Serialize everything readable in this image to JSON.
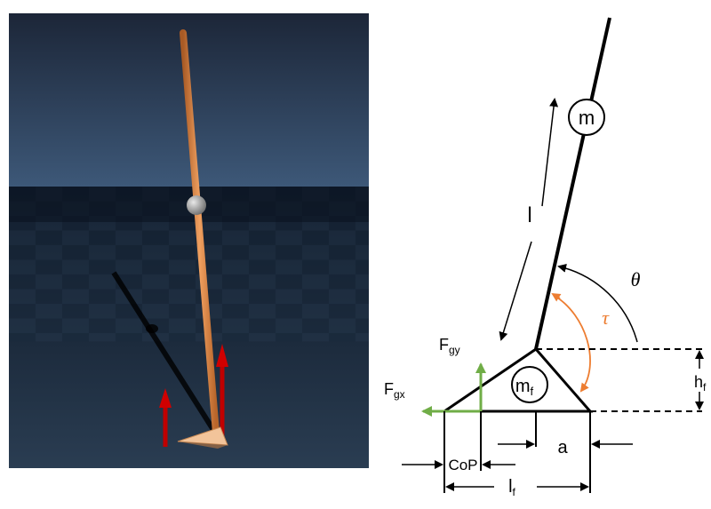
{
  "colors": {
    "link": "#000000",
    "torque": "#ed7d31",
    "ground_force": "#70ad47",
    "sim_sky_top": "#1d2a3d",
    "sim_sky_bottom": "#3c5573",
    "sim_pole": "#e08a45",
    "sim_force_arrow": "#c00000"
  },
  "labels": {
    "body_mass": "m",
    "foot_mass": "mf",
    "length": "l",
    "theta": "θ",
    "tau": "τ",
    "fgy": "Fgy",
    "fgx": "Fgx",
    "hf": "hf",
    "cop": "CoP",
    "a": "a",
    "lf": "lf"
  },
  "icons": {
    "sim_mass": "sphere-icon",
    "sim_force": "red-arrow-icon",
    "sim_foot": "triangle-foot-icon"
  }
}
